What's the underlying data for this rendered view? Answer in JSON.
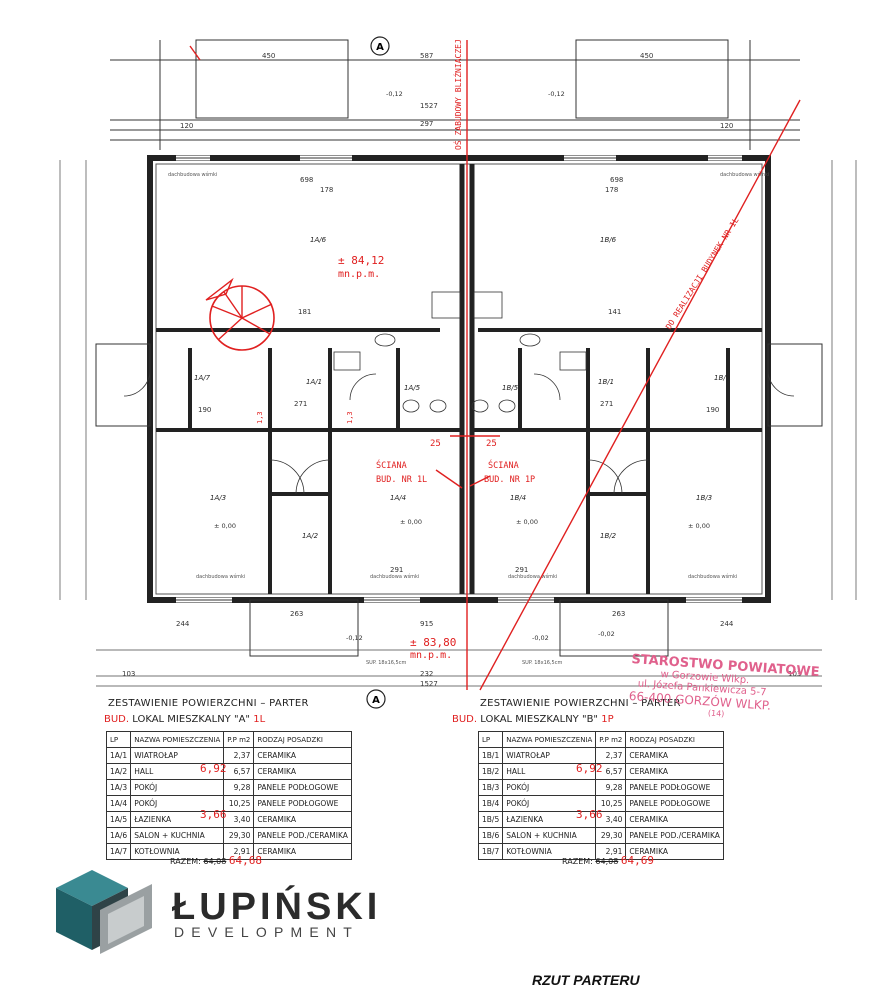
{
  "plan": {
    "dims": {
      "d450a": "450",
      "d450b": "450",
      "d587": "587",
      "d1527a": "1527",
      "d1527b": "1527",
      "d297": "297",
      "d698a": "698",
      "d698b": "698",
      "d178a": "178",
      "d178b": "178",
      "d120a": "120",
      "d120b": "120",
      "d263a": "263",
      "d263b": "263",
      "d291a": "291",
      "d291b": "291",
      "d915": "915",
      "d232": "232",
      "d103a": "103",
      "d103b": "103",
      "d244a": "244",
      "d244b": "244",
      "d190a": "190",
      "d190b": "190",
      "d271a": "271",
      "d271b": "271",
      "d181": "181",
      "d141": "141"
    },
    "levels": {
      "top_a": "-0,12",
      "top_b": "-0,12",
      "bottom_a": "-0,12",
      "bottom_b": "-0,02",
      "bottom_c": "-0,02",
      "floor_a": "± 0,00",
      "floor_b": "± 0,00",
      "floor_c": "± 0,00",
      "floor_d": "± 0,00"
    },
    "rooms": {
      "a1": "1A/1",
      "a2": "1A/2",
      "a3": "1A/3",
      "a4": "1A/4",
      "a5": "1A/5",
      "a6": "1A/6",
      "a7": "1A/7",
      "b1": "1B/1",
      "b2": "1B/2",
      "b3": "1B/3",
      "b4": "1B/4",
      "b5": "1B/5",
      "b6": "1B/6",
      "b7": "1B/7"
    },
    "section_mark": "A",
    "window_label": "dachbudowa wśmki",
    "sup_label_a": "SUP. 18x16,5cm",
    "sup_label_b": "SUP. 18x16,5cm",
    "red_notes": {
      "area_top": "± 84,12",
      "area_top_unit": "mn.p.m.",
      "area_bottom": "± 83,80",
      "area_bottom_unit": "mn.p.m.",
      "wall_a_1": "ŚCIANA",
      "wall_a_2": "BUD. NR 1L",
      "wall_b_1": "ŚCIANA",
      "wall_b_2": "BUD. NR 1P",
      "axis": "OŚ ZABUDOWY BLIŹNIACZEJ",
      "diag": "DO REALIZACJI BUDYNEK NR 1L",
      "n25a": "25",
      "n25b": "25",
      "n13a": "1,3",
      "n13b": "1,3"
    }
  },
  "table_a": {
    "title": "ZESTAWIENIE POWIERZCHNI – PARTER",
    "subtitle_prefix": "BUD.",
    "subtitle": "LOKAL MIESZKALNY \"A\"",
    "subtitle_red": "1L",
    "headers": [
      "LP",
      "NAZWA POMIESZCZENIA",
      "P.P m2",
      "RODZAJ POSADZKI"
    ],
    "rows": [
      [
        "1A/1",
        "WIATROŁAP",
        "2,37",
        "CERAMIKA"
      ],
      [
        "1A/2",
        "HALL",
        "6,57",
        "CERAMIKA"
      ],
      [
        "1A/3",
        "POKÓJ",
        "9,28",
        "PANELE PODŁOGOWE"
      ],
      [
        "1A/4",
        "POKÓJ",
        "10,25",
        "PANELE PODŁOGOWE"
      ],
      [
        "1A/5",
        "ŁAZIENKA",
        "3,40",
        "CERAMIKA"
      ],
      [
        "1A/6",
        "SALON + KUCHNIA",
        "29,30",
        "PANELE POD./CERAMIKA"
      ],
      [
        "1A/7",
        "KOTŁOWNIA",
        "2,91",
        "CERAMIKA"
      ]
    ],
    "corrections": {
      "hall": "6,92",
      "lazienka": "3,66"
    },
    "sum_label": "RAZEM:",
    "sum_value": "64,08",
    "sum_correction": "64,68"
  },
  "table_b": {
    "title": "ZESTAWIENIE POWIERZCHNI – PARTER",
    "subtitle_prefix": "BUD.",
    "subtitle": "LOKAL MIESZKALNY \"B\"",
    "subtitle_red": "1P",
    "headers": [
      "LP",
      "NAZWA POMIESZCZENIA",
      "P.P m2",
      "RODZAJ POSADZKI"
    ],
    "rows": [
      [
        "1B/1",
        "WIATROŁAP",
        "2,37",
        "CERAMIKA"
      ],
      [
        "1B/2",
        "HALL",
        "6,57",
        "CERAMIKA"
      ],
      [
        "1B/3",
        "POKÓJ",
        "9,28",
        "PANELE PODŁOGOWE"
      ],
      [
        "1B/4",
        "POKÓJ",
        "10,25",
        "PANELE PODŁOGOWE"
      ],
      [
        "1B/5",
        "ŁAZIENKA",
        "3,40",
        "CERAMIKA"
      ],
      [
        "1B/6",
        "SALON + KUCHNIA",
        "29,30",
        "PANELE POD./CERAMIKA"
      ],
      [
        "1B/7",
        "KOTŁOWNIA",
        "2,91",
        "CERAMIKA"
      ]
    ],
    "corrections": {
      "hall": "6,92",
      "lazienka": "3,66"
    },
    "sum_label": "RAZEM:",
    "sum_value": "64,08",
    "sum_correction": "64,69"
  },
  "stamp": {
    "line1": "STAROSTWO POWIATOWE",
    "line2": "w Gorzowie Wlkp.",
    "line3": "ul. Józefa Pankiewicza 5-7",
    "line4": "66-400 GORZÓW WLKP.",
    "line5": "(14)"
  },
  "brand": {
    "name": "ŁUPIŃSKI",
    "tagline": "DEVELOPMENT"
  },
  "caption": "RZUT PARTERU",
  "colors": {
    "red": "#e02020",
    "stamp": "#e0608c",
    "line": "#333333",
    "logo_teal": "#1f5f66"
  }
}
